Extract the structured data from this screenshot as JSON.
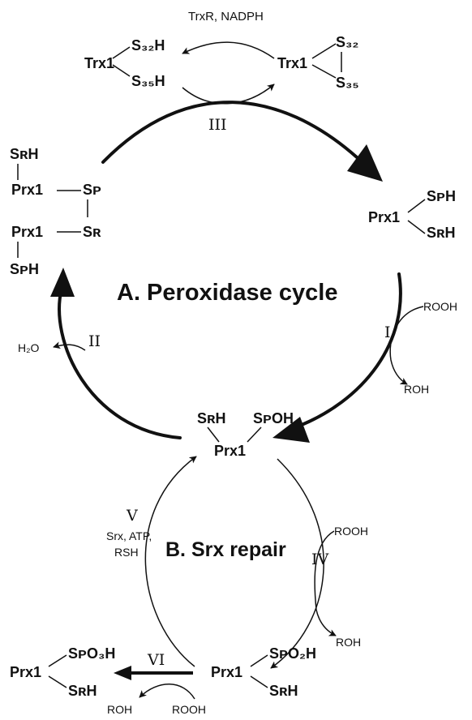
{
  "titles": {
    "peroxidase": "A. Peroxidase cycle",
    "repair": "B. Srx repair"
  },
  "steps": {
    "I": "I",
    "II": "II",
    "III": "III",
    "IV": "IV",
    "V": "V",
    "VI": "VI"
  },
  "reagents": {
    "trxr": "TrxR, NADPH",
    "rooh": "ROOH",
    "roh": "ROH",
    "h2o": "H₂O",
    "srx_line1": "Srx, ATP,",
    "srx_line2": "RSH"
  },
  "species": {
    "trx_reduced": {
      "name": "Trx1",
      "s1": "S₃₂H",
      "s2": "S₃₅H"
    },
    "trx_oxidized": {
      "name": "Trx1",
      "s1": "S₃₂",
      "s2": "S₃₅"
    },
    "prx_reduced": {
      "name": "Prx1",
      "sp": "SᴘH",
      "sr": "SʀH"
    },
    "prx_dimer": {
      "name": "Prx1",
      "top": "SʀH",
      "sp": "Sᴘ",
      "sr": "Sʀ",
      "bottom": "SᴘH"
    },
    "prx_sulfenic": {
      "name": "Prx1",
      "sr": "SʀH",
      "sp": "SᴘOH"
    },
    "prx_sulfinic": {
      "name": "Prx1",
      "sp": "SᴘO₂H",
      "sr": "SʀH"
    },
    "prx_sulfonic": {
      "name": "Prx1",
      "sp": "SᴘO₃H",
      "sr": "SʀH"
    }
  }
}
